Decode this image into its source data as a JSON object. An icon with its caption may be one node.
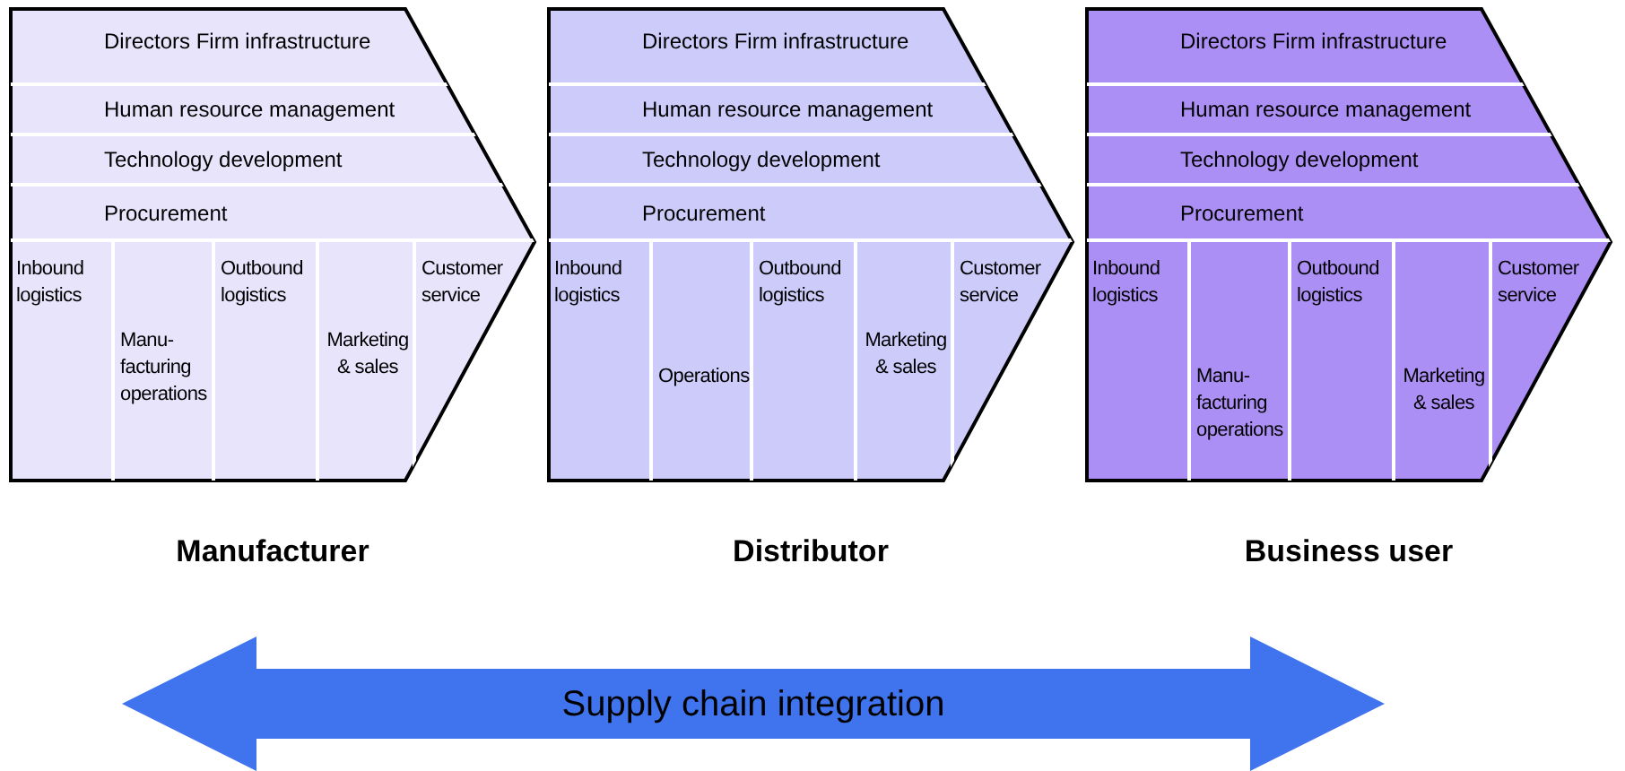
{
  "diagram": {
    "nodes": [
      {
        "text": [
          "Manufacturer"
        ]
      },
      {
        "text": [
          "Directors Firm infrastructure"
        ],
        "in": 0
      },
      {
        "text": [
          "Human resource management"
        ],
        "in": 0
      },
      {
        "text": [
          "Technology development"
        ],
        "in": 0
      },
      {
        "text": [
          "Procurement"
        ],
        "in": 0
      },
      {
        "text": [
          "Inbound logistics"
        ],
        "in": 0
      },
      {
        "text": [
          "Manu- facturing operations"
        ],
        "in": 0
      },
      {
        "text": [
          "Outbound logistics"
        ],
        "in": 0
      },
      {
        "text": [
          "Marketing & sales"
        ],
        "in": 0
      },
      {
        "text": [
          "Customer service"
        ],
        "in": 0
      },
      {
        "text": [
          "Distributor"
        ]
      },
      {
        "text": [
          "Directors Firm infrastructure"
        ],
        "in": 10
      },
      {
        "text": [
          "Human resource management"
        ],
        "in": 10
      },
      {
        "text": [
          "Technology development"
        ],
        "in": 10
      },
      {
        "text": [
          "Procurement"
        ],
        "in": 10
      },
      {
        "text": [
          "Inbound logistics"
        ],
        "in": 10
      },
      {
        "text": [
          "Operations"
        ],
        "in": 10
      },
      {
        "text": [
          "Outbound logistics"
        ],
        "in": 10
      },
      {
        "text": [
          "Marketing & sales"
        ],
        "in": 10
      },
      {
        "text": [
          "Customer service"
        ],
        "in": 10
      },
      {
        "text": [
          "Business user"
        ]
      },
      {
        "text": [
          "Directors Firm infrastructure"
        ],
        "in": 20
      },
      {
        "text": [
          "Human resource management"
        ],
        "in": 20
      },
      {
        "text": [
          "Technology development"
        ],
        "in": 20
      },
      {
        "text": [
          "Procurement"
        ],
        "in": 20
      },
      {
        "text": [
          "Inbound logistics"
        ],
        "in": 20
      },
      {
        "text": [
          "Manu- facturing operations"
        ],
        "in": 20
      },
      {
        "text": [
          "Outbound logistics"
        ],
        "in": 20
      },
      {
        "text": [
          "Marketing & sales"
        ],
        "in": 20
      },
      {
        "text": [
          "Customer service"
        ],
        "in": 20
      },
      {
        "text": [
          "Supply chain integration"
        ]
      }
    ]
  }
}
